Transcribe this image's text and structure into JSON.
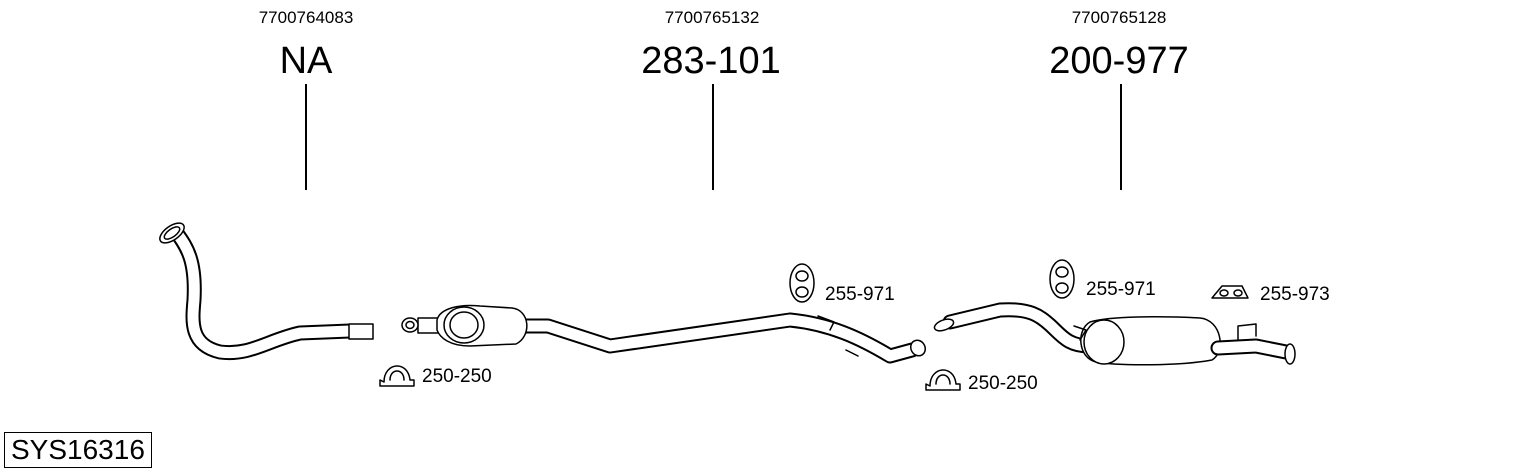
{
  "parts": [
    {
      "oem": "7700764083",
      "part_number": "NA"
    },
    {
      "oem": "7700765132",
      "part_number": "283-101"
    },
    {
      "oem": "7700765128",
      "part_number": "200-977"
    }
  ],
  "accessories": {
    "clamp_1": "250-250",
    "clamp_2": "250-250",
    "hanger_1": "255-971",
    "hanger_2": "255-971",
    "hanger_3": "255-973"
  },
  "system_code": "SYS16316"
}
